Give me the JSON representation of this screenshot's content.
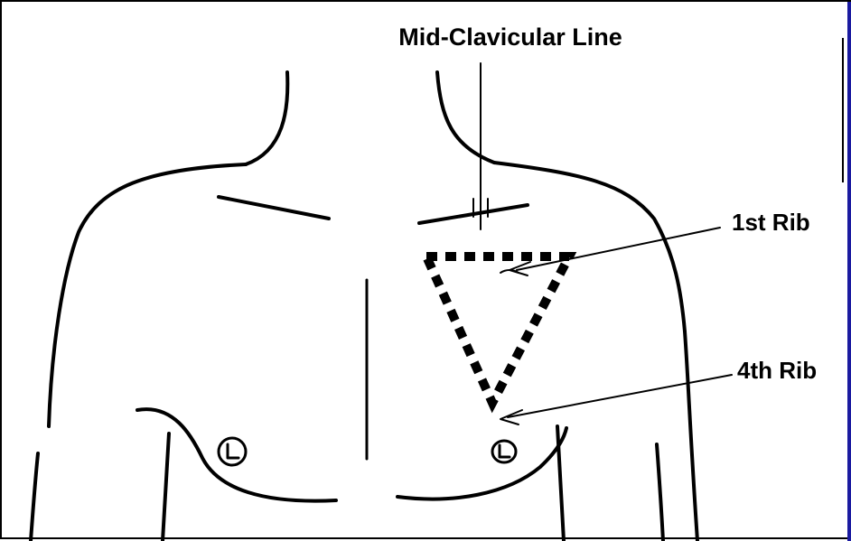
{
  "labels": {
    "mid_clavicular_line": "Mid-Clavicular Line",
    "first_rib": "1st Rib",
    "fourth_rib": "4th Rib"
  },
  "colors": {
    "ink": "#000000",
    "background": "#ffffff",
    "edge_accent": "#1a1aa0"
  }
}
